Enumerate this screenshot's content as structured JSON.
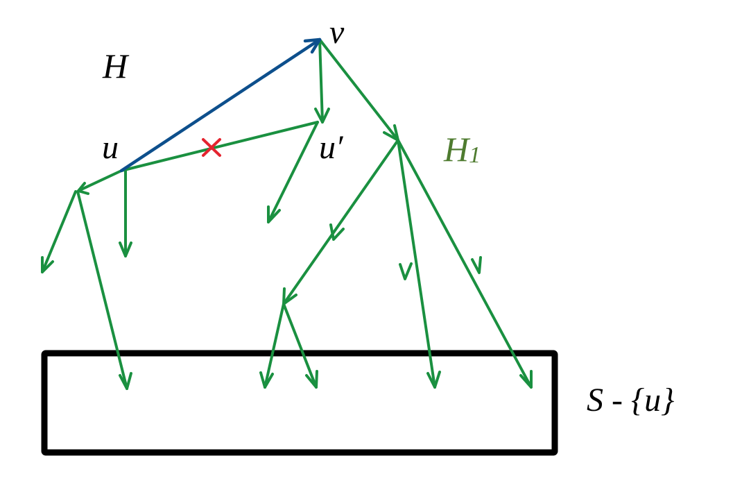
{
  "labels": {
    "v": "v",
    "H": "H",
    "u": "u",
    "u_prime": "u′",
    "H1_main": "H",
    "H1_sub": "1",
    "S_set_main": "S",
    "S_set_rest": " - {u}"
  },
  "colors": {
    "green_edge": "#1a9040",
    "blue_edge": "#0d4f8c",
    "cross": "#e4242f",
    "box": "#000000",
    "green_label": "#4e7b2f"
  }
}
